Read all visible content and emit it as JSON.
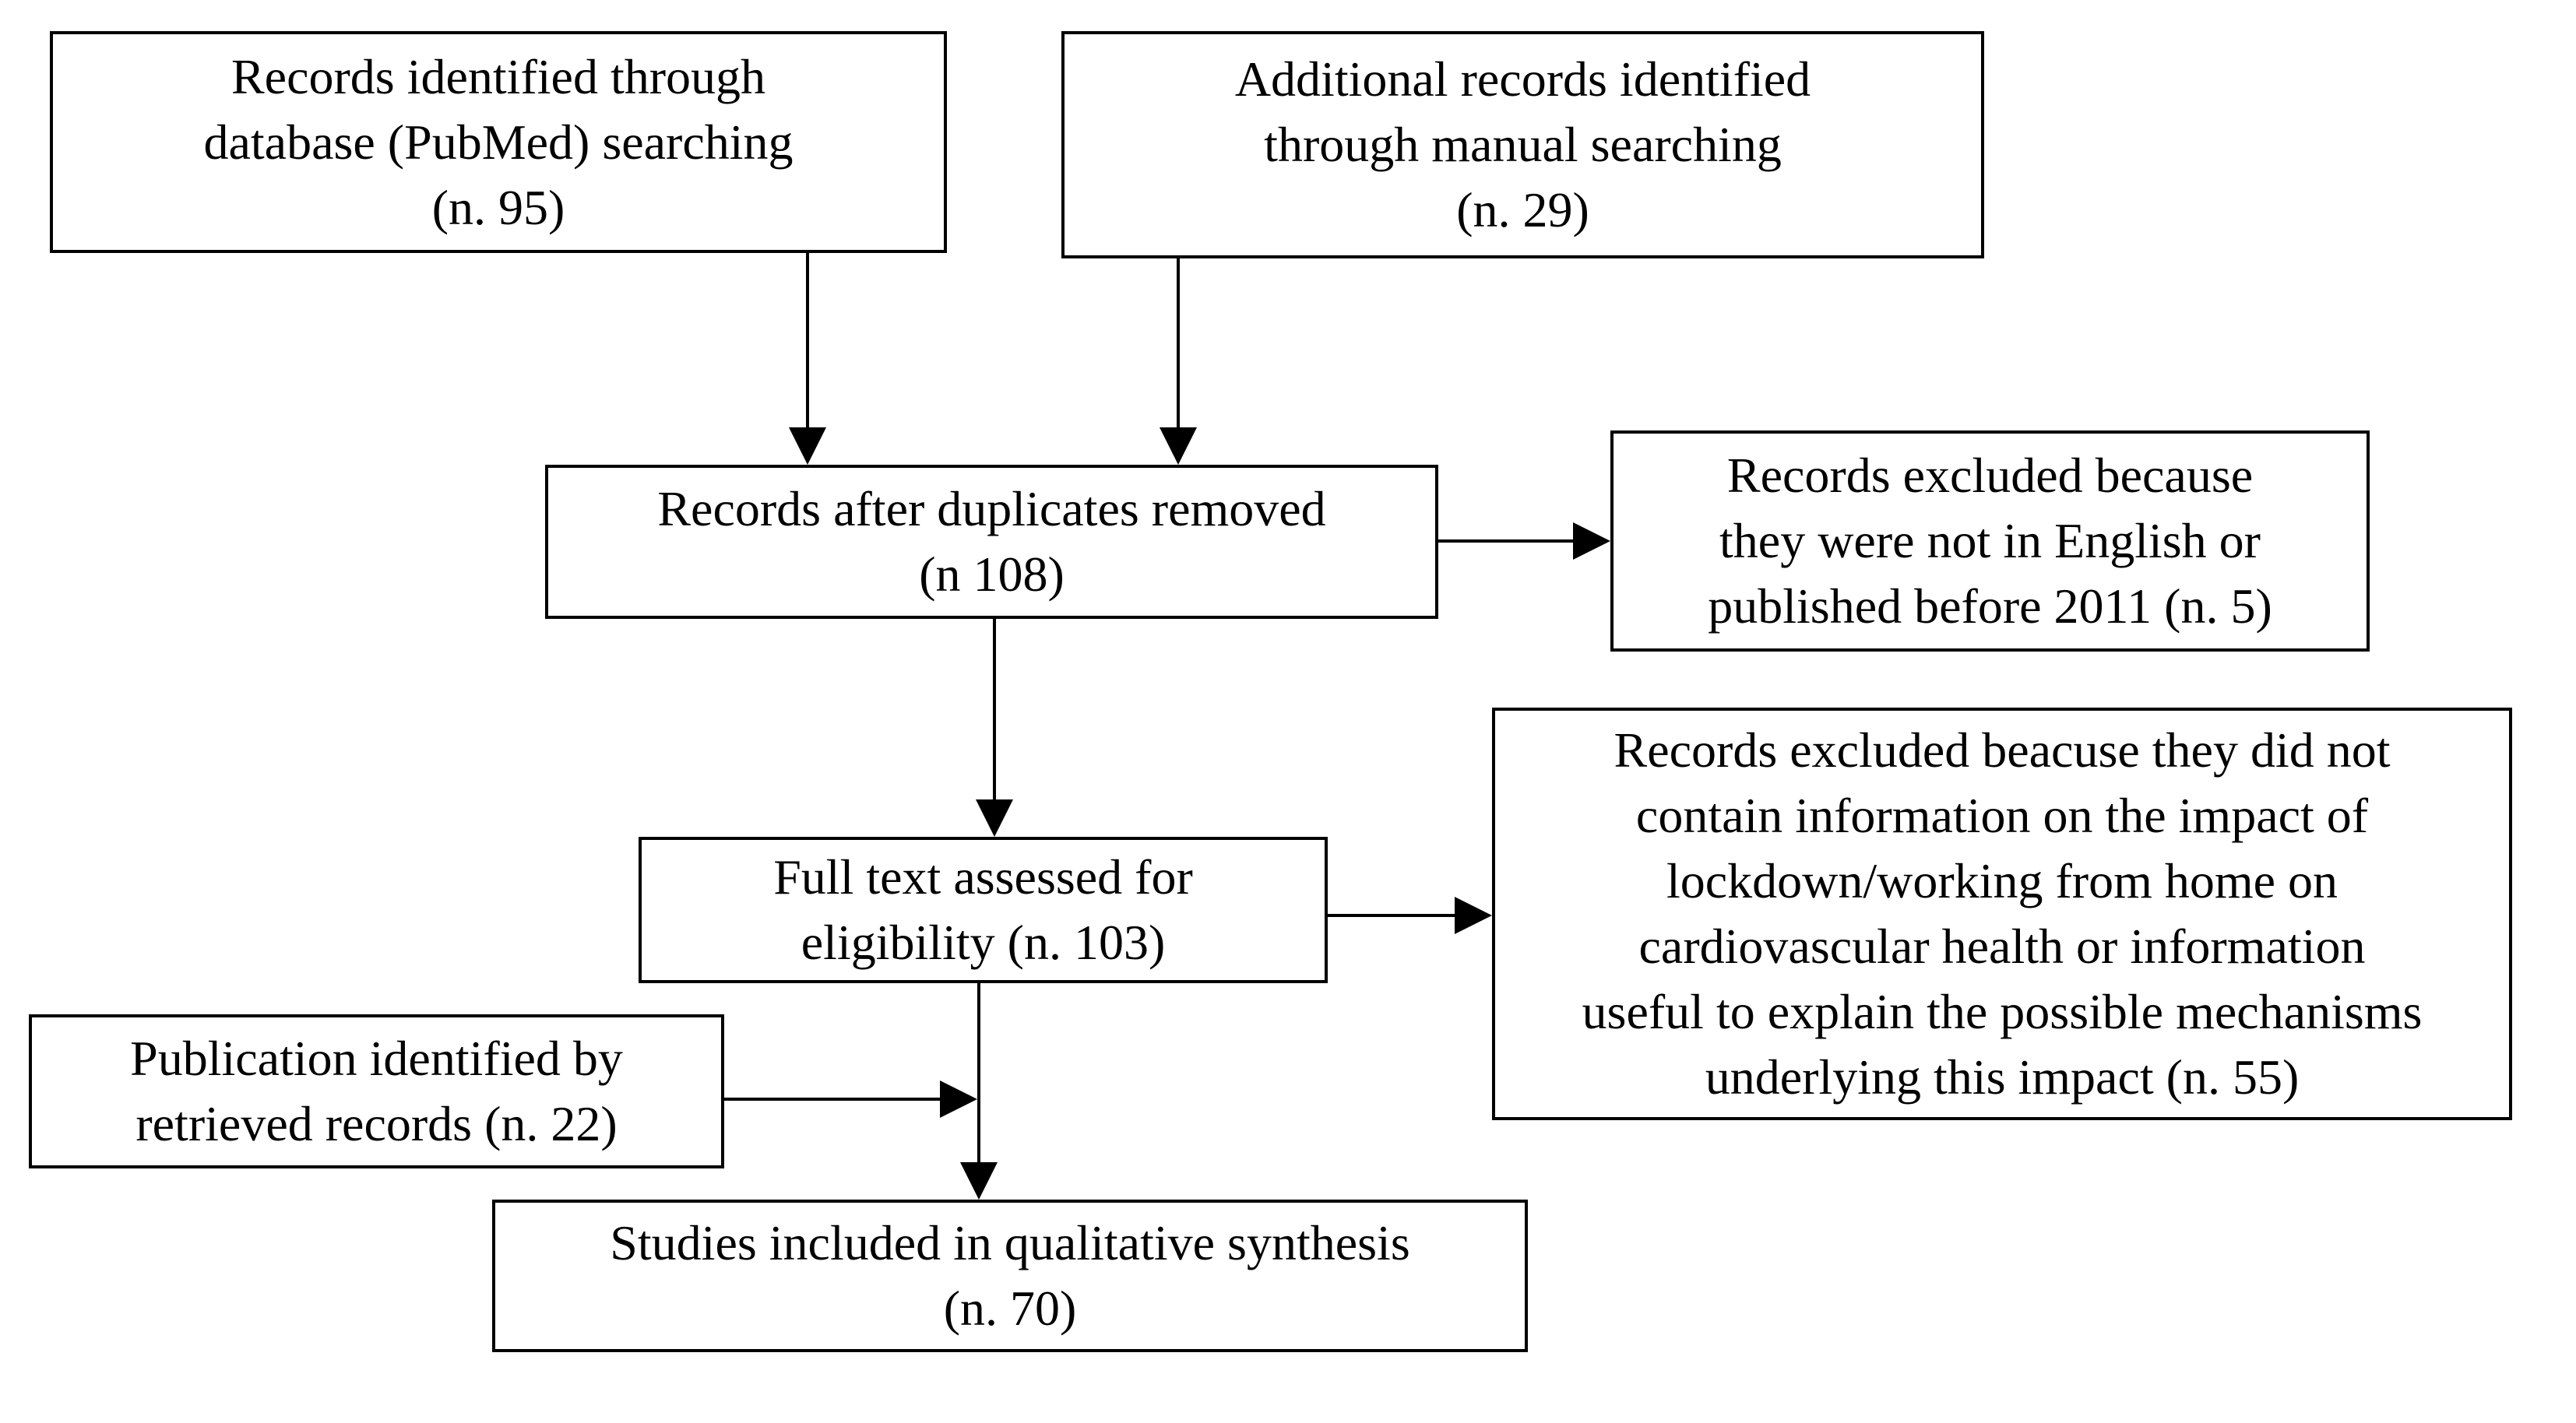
{
  "figure": {
    "type": "prisma-flow-diagram",
    "colors": {
      "box_border": "#000000",
      "box_fill": "#ffffff",
      "text": "#000000",
      "arrow": "#000000"
    },
    "boxes": {
      "identified_database": {
        "lines": [
          "Records identified through",
          "database (PubMed) searching",
          "(n. 95)"
        ]
      },
      "identified_manual": {
        "lines": [
          "Additional records identified",
          "through manual searching",
          "(n. 29)"
        ]
      },
      "after_duplicates": {
        "lines": [
          "Records after duplicates removed",
          "(n 108)"
        ]
      },
      "excluded_english_2011": {
        "lines": [
          "Records excluded because",
          "they were not in English or",
          "published before 2011 (n. 5)"
        ]
      },
      "full_text_assessed": {
        "lines": [
          "Full text assessed for",
          "eligibility (n. 103)"
        ]
      },
      "excluded_no_information": {
        "lines": [
          "Records excluded beacuse they did not",
          "contain information on the impact of",
          "lockdown/working from home on",
          "cardiovascular health or information",
          "useful to explain the possible mechanisms",
          "underlying this impact (n. 55)"
        ]
      },
      "publication_retrieved": {
        "lines": [
          "Publication identified by",
          "retrieved records (n. 22)"
        ]
      },
      "qualitative_synthesis": {
        "lines": [
          "Studies included in qualitative synthesis",
          "(n. 70)"
        ]
      }
    }
  }
}
